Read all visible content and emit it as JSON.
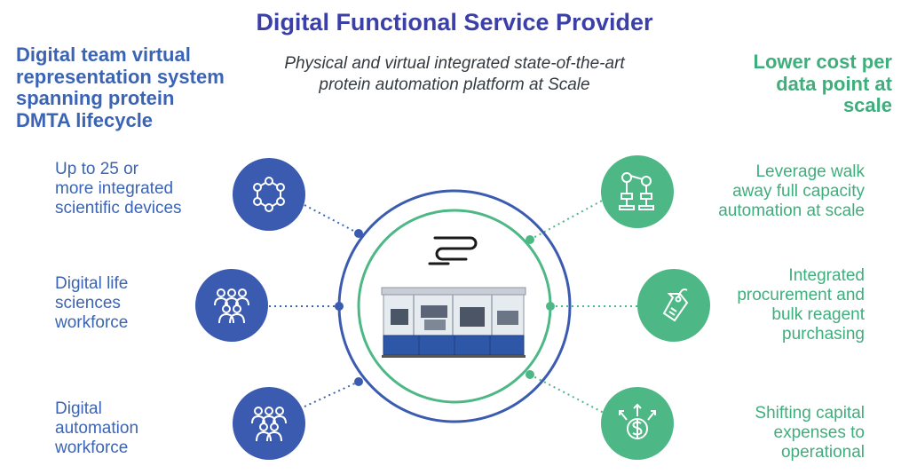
{
  "colors": {
    "title": "#3b3fa8",
    "blue": "#3b64b5",
    "green": "#4db886",
    "text_blue": "#3b64b5",
    "text_green": "#3fae7d"
  },
  "title": "Digital Functional Service Provider",
  "subtitle": {
    "line1": "Physical and virtual integrated state-of-the-art",
    "line2": "protein automation platform at Scale"
  },
  "left_heading": {
    "line1": "Digital team virtual",
    "line2": "representation system",
    "line3": "spanning protein",
    "line4": "DMTA lifecycle"
  },
  "right_heading": {
    "line1": "Lower cost per",
    "line2": "data point at",
    "line3": "scale"
  },
  "left_items": [
    {
      "icon": "network-icon",
      "lines": [
        "Up to 25 or",
        "more integrated",
        "scientific devices"
      ]
    },
    {
      "icon": "people-group-icon",
      "lines": [
        "Digital life",
        "sciences",
        "workforce"
      ]
    },
    {
      "icon": "people-group-icon",
      "lines": [
        "Digital",
        "automation",
        "workforce"
      ]
    }
  ],
  "right_items": [
    {
      "icon": "robot-arm-icon",
      "lines": [
        "Leverage walk",
        "away full capacity",
        "automation at scale"
      ]
    },
    {
      "icon": "price-tag-icon",
      "lines": [
        "Integrated",
        "procurement and",
        "bulk reagent",
        "purchasing"
      ]
    },
    {
      "icon": "dollar-arrows-icon",
      "lines": [
        "Shifting capital",
        "expenses to",
        "operational"
      ]
    }
  ]
}
